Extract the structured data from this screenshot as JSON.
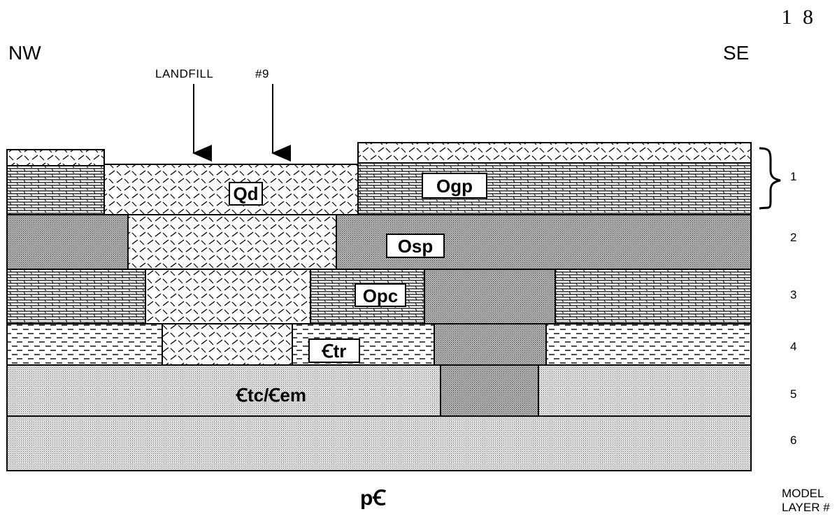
{
  "page_number": "1 8",
  "direction_left": "NW",
  "direction_right": "SE",
  "wells": [
    "LANDFILL",
    "#9"
  ],
  "units": {
    "qd": "Qd",
    "ogp": "Ogp",
    "osp": "Osp",
    "opc": "Opc",
    "ctr": "Ꞓtr",
    "ctc_cem": "Ꞓtc/Ꞓem"
  },
  "bottom_unit": "pꞒ",
  "layer_numbers": [
    "1",
    "2",
    "3",
    "4",
    "5",
    "6"
  ],
  "model_layer_label_line1": "MODEL",
  "model_layer_label_line2": "LAYER #"
}
